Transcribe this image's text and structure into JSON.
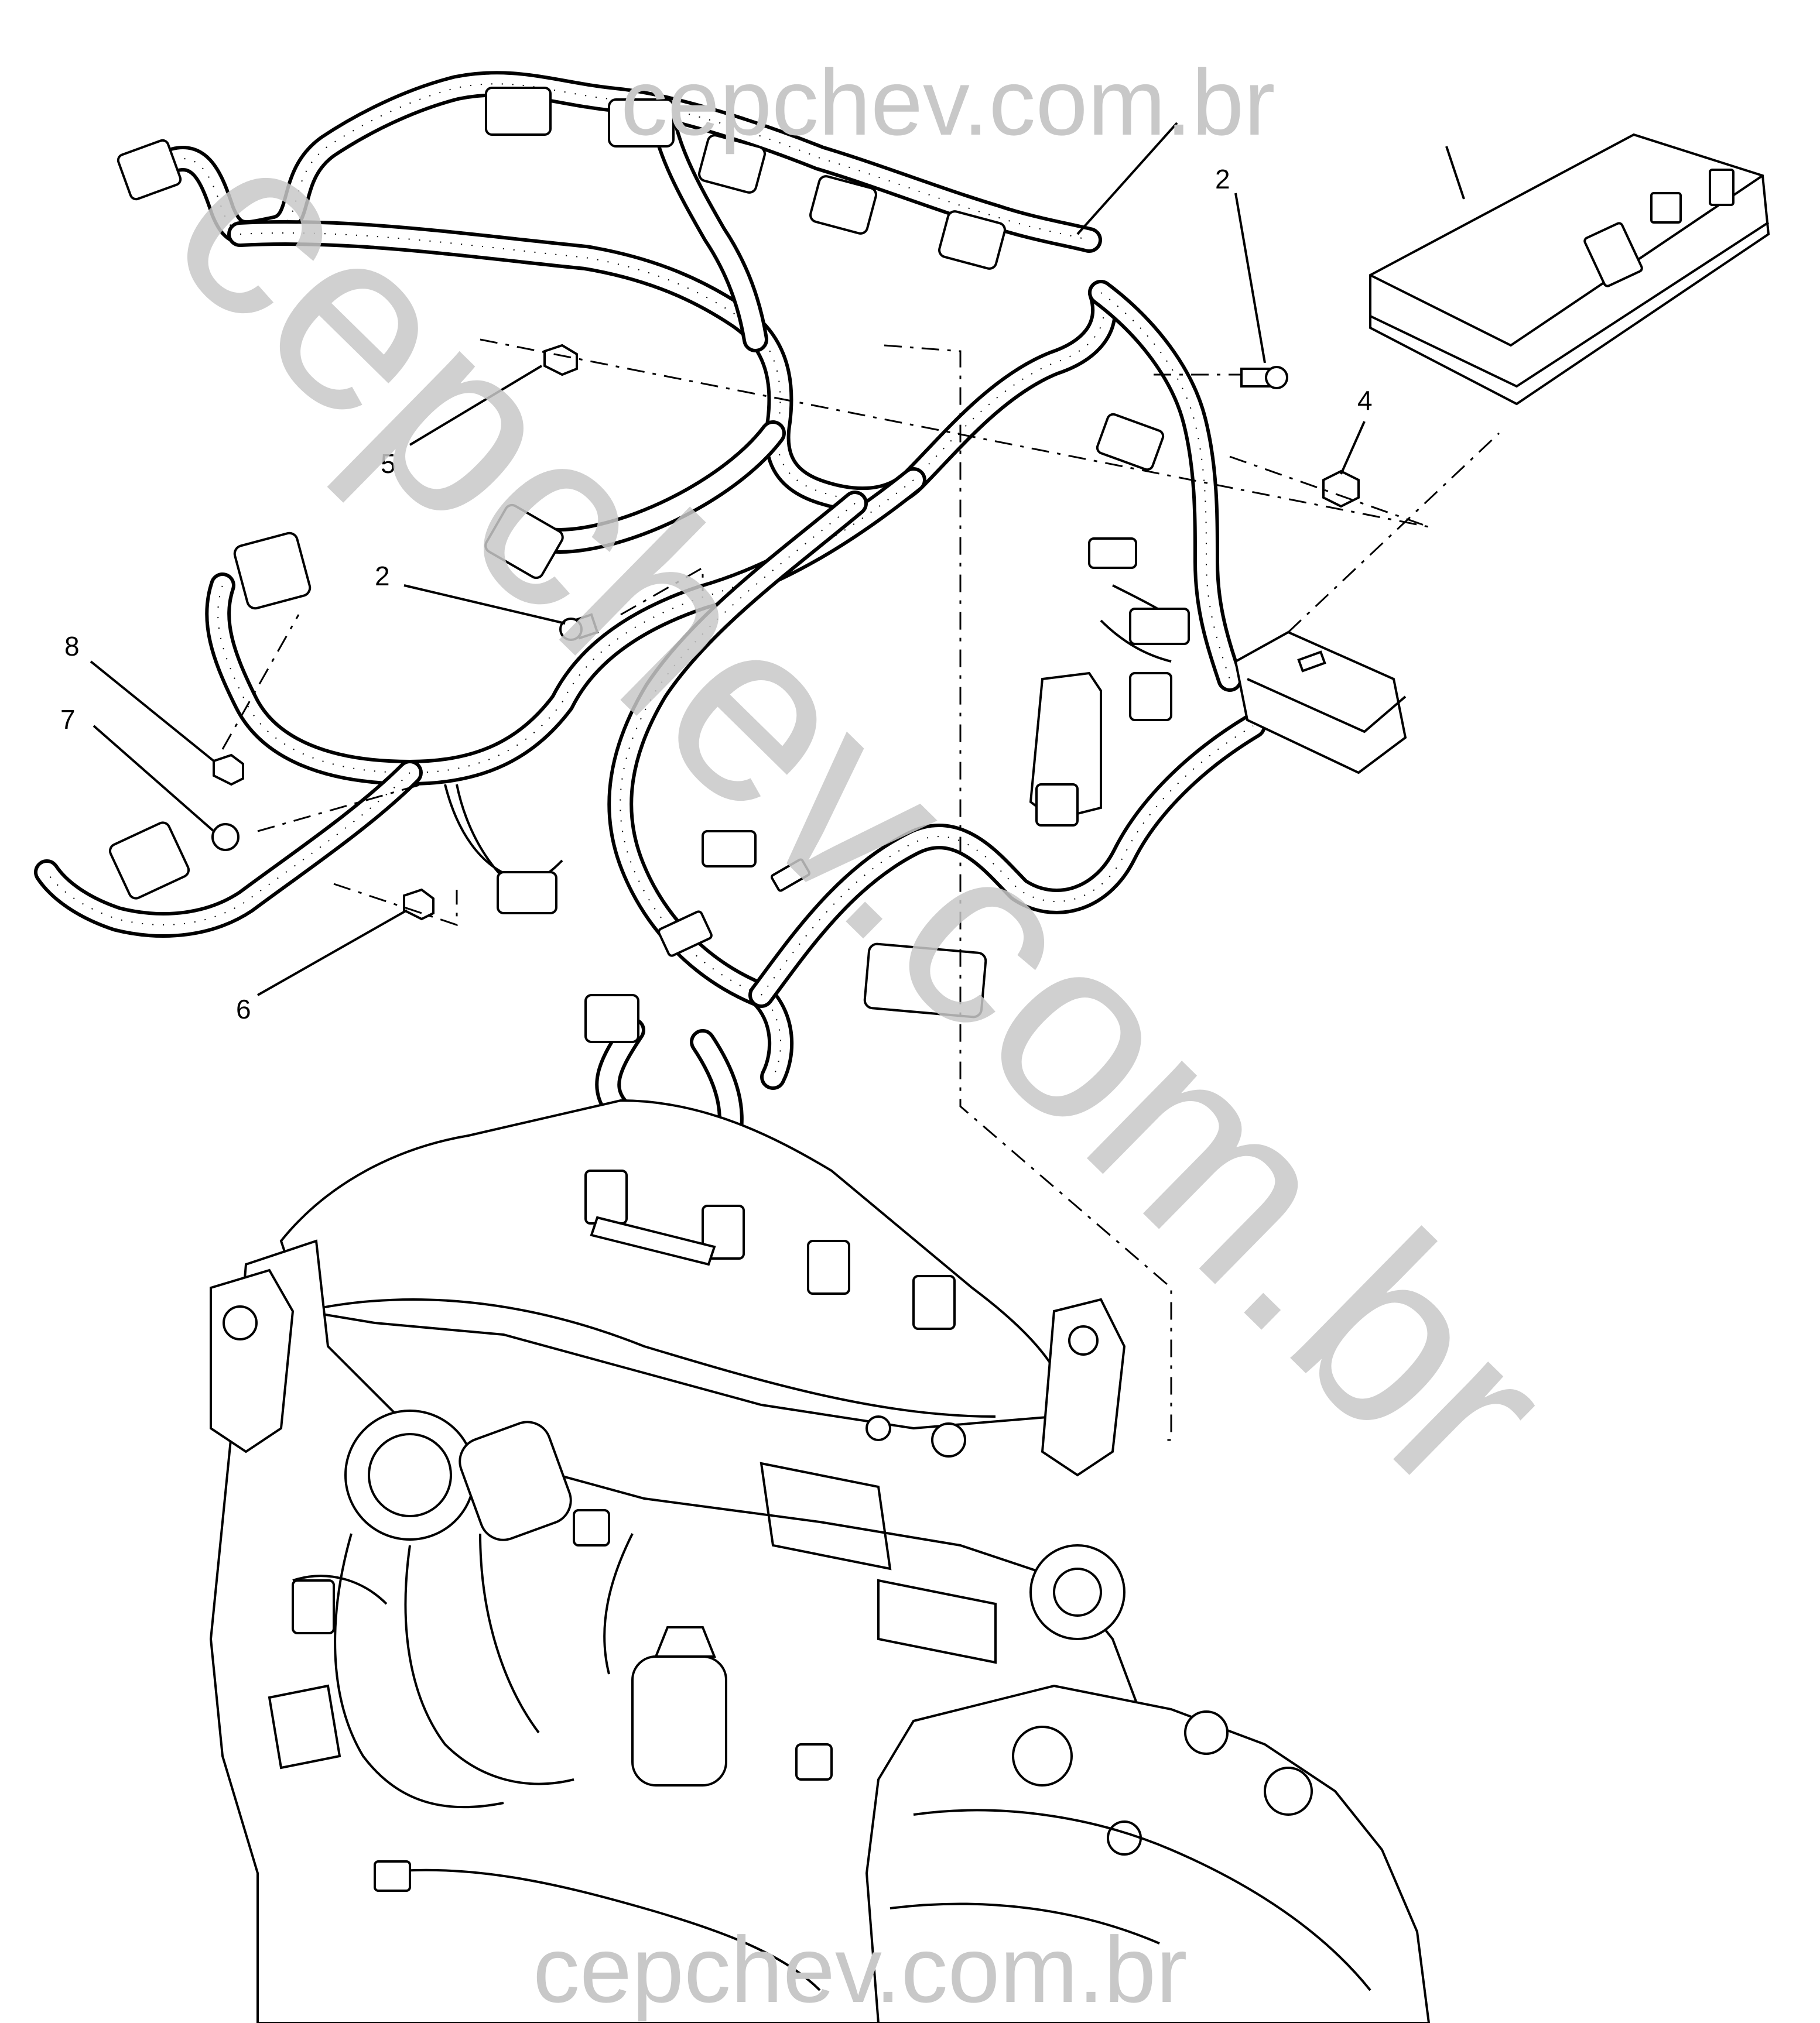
{
  "watermark": {
    "top": "cepchev.com.br",
    "diagonal": "cepchev.com.br",
    "bottom": "cepchev.com.br"
  },
  "callouts": [
    {
      "id": "c2a",
      "label": "2"
    },
    {
      "id": "c2b",
      "label": "2"
    },
    {
      "id": "c4",
      "label": "4"
    },
    {
      "id": "c5",
      "label": "5"
    },
    {
      "id": "c6",
      "label": "6"
    },
    {
      "id": "c7",
      "label": "7"
    },
    {
      "id": "c8",
      "label": "8"
    }
  ],
  "icons": {
    "harness": "engine-wiring-harness-icon",
    "fuse_block": "fuse-block-icon",
    "ecm": "engine-control-module-icon",
    "engine": "engine-assembly-icon"
  }
}
